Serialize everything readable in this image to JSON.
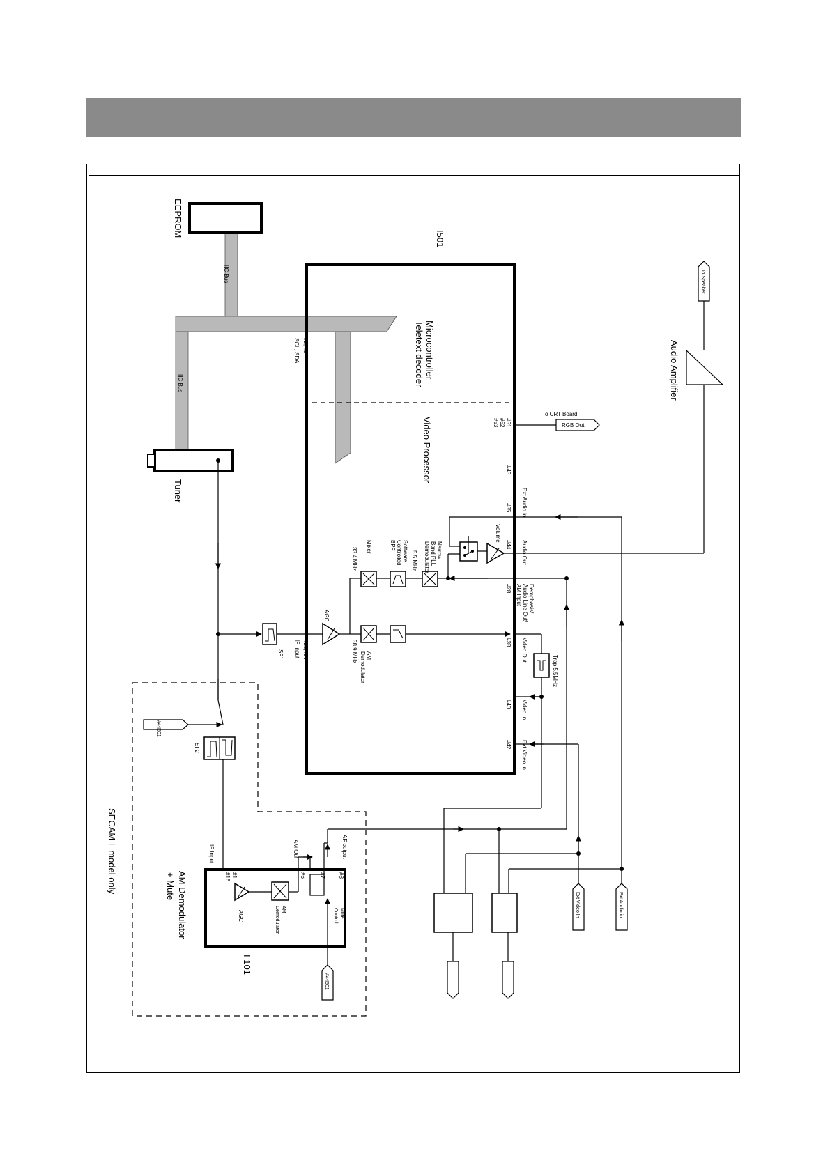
{
  "labels": {
    "eeprom": "EEPROM",
    "i501": "I501",
    "iic_bus": "IIC Bus",
    "scl_sda": "SCL, SDA",
    "pins_2_3": "#2, #3",
    "micro": "Microcontroller",
    "teletext": "Teletext decoder",
    "video_processor": "Video Processor",
    "tuner": "Tuner",
    "audio_amp": "Audio Amplifier",
    "to_speaker": "To Speaker",
    "to_crt": "To CRT Board",
    "rgb_out": "RGB Out",
    "pin51": "#51",
    "pin52": "#52",
    "pin53": "#53",
    "pin43": "#43",
    "ext_audio_in_pin": "Ext Audio in",
    "pin35": "#35",
    "pin44": "#44",
    "audio_out": "Audio Out",
    "pin28": "#28",
    "demph1": "Demphasis/",
    "demph2": "Audio Line Out/",
    "demph3": "AM Input",
    "pin38": "#38",
    "video_out": "Video Out",
    "trap": "Trap 5.5MHz",
    "pin40": "#40",
    "video_in": "Video In",
    "pin42": "#42",
    "ext_video_in_pin": "Ext Video In",
    "narrow1": "Narrow",
    "narrow2": "Band PLL",
    "narrow3": "Demodulator",
    "volume": "Volume",
    "sw1": "Software",
    "sw2": "Controlled",
    "sw3": "BPF",
    "mhz55": "5.5 MHz",
    "mixer": "Mixer",
    "mhz334": "33.4 MHz",
    "agc": "AGC",
    "am_demod1": "AM",
    "am_demod2": "Demodulator",
    "mhz389": "38.9 MHz",
    "pins_23_24": "#23,#24",
    "if_input": "IF Input",
    "sf1": "SF1",
    "sf2": "SF2",
    "tag_4_i501": "#4-I501",
    "secam": "SECAM L model only",
    "am_mute1": "AM Demodulator",
    "am_mute2": "+ Mute",
    "i101": "I 101",
    "if_input2": "IF Input",
    "pin16": "#16",
    "pin1": "#1",
    "agc2": "AGC",
    "am_out": "AM Out",
    "pin6": "#6",
    "af_output": "AF output",
    "pin7": "#7",
    "pin8": "#8",
    "mute1": "Mute",
    "mute2": "Control",
    "am2_1": "AM",
    "am2_2": "Demodulator",
    "ext_video_in": "Ext Video In",
    "ext_audio_in": "Ext Audio in"
  },
  "colors": {
    "header": "#8a8a8a",
    "bus": "#b9b9b9",
    "line": "#000000"
  }
}
